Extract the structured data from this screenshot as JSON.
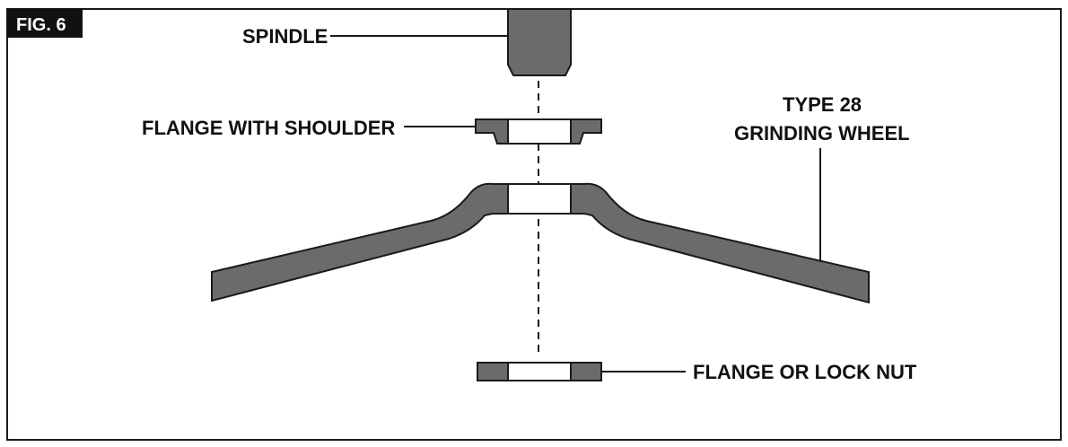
{
  "figure": {
    "tag": "FIG. 6"
  },
  "labels": {
    "spindle": "SPINDLE",
    "flange_shoulder": "FLANGE WITH SHOULDER",
    "wheel_line1": "TYPE 28",
    "wheel_line2": "GRINDING WHEEL",
    "lock_nut": "FLANGE OR LOCK NUT"
  },
  "colors": {
    "part_fill": "#6b6b6b",
    "outline": "#1a1a1a",
    "tag_background": "#111111"
  }
}
